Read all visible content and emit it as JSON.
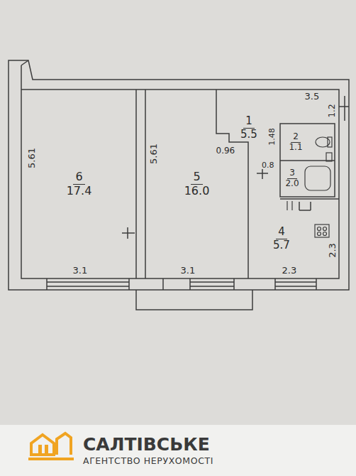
{
  "diagram": {
    "nodes": [
      {
        "text": [
          "1",
          "5.5"
        ]
      },
      {
        "text": [
          "2",
          "1.1"
        ]
      },
      {
        "text": [
          "3",
          "2.0"
        ]
      },
      {
        "text": [
          "6",
          "17.4"
        ]
      },
      {
        "text": [
          "5",
          "16.0"
        ]
      },
      {
        "text": [
          "4",
          "5.7"
        ]
      }
    ],
    "labels": [
      "5.61",
      "5.61",
      "3.1",
      "3.1",
      "2.3",
      "2.3",
      "3.5",
      "1.2",
      "0.96",
      "1.48",
      "0.8",
      "САЛТІВСЬКЕ",
      "АГЕНТСТВО НЕРУХОМОСТІ"
    ]
  }
}
